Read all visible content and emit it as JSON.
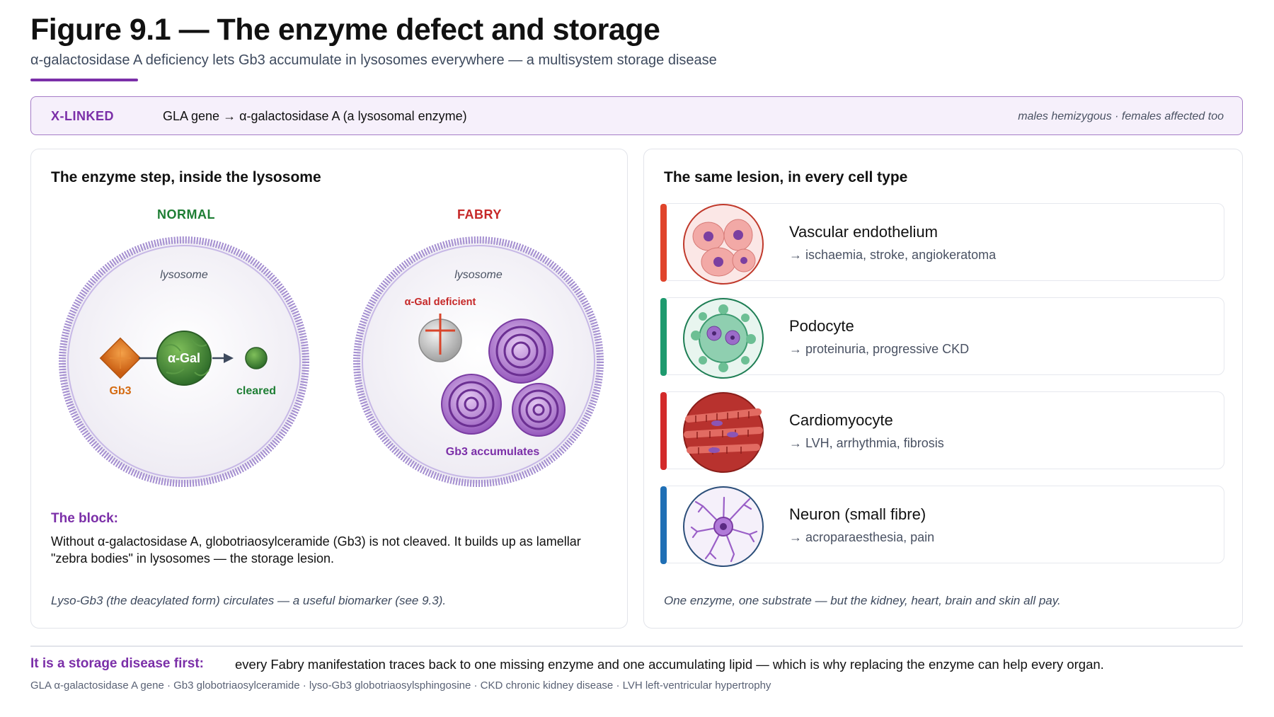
{
  "header": {
    "title": "Figure 9.1 — The enzyme defect and storage",
    "subtitle": "α-galactosidase A deficiency lets Gb3 accumulate in lysosomes everywhere — a multisystem storage disease"
  },
  "banner": {
    "tag": "X-LINKED",
    "text": "GLA gene → α-galactosidase A (a lysosomal enzyme)",
    "note": "males hemizygous · females affected too"
  },
  "left_panel": {
    "title": "The enzyme step, inside the lysosome",
    "normal": {
      "label": "NORMAL",
      "lysosome_label": "lysosome",
      "substrate_label": "Gb3",
      "enzyme_label": "α-Gal",
      "product_label": "cleared"
    },
    "fabry": {
      "label": "FABRY",
      "lysosome_label": "lysosome",
      "enzyme_label": "α-Gal deficient",
      "storage_label": "Gb3 accumulates"
    },
    "block_title": "The block:",
    "block_text": "Without α-galactosidase A, globotriaosylceramide (Gb3) is not cleaved. It builds up as lamellar \"zebra bodies\" in lysosomes — the storage lesion.",
    "footnote": "Lyso-Gb3 (the deacylated form) circulates — a useful biomarker (see 9.3)."
  },
  "right_panel": {
    "title": "The same lesion, in every cell type",
    "cells": [
      {
        "name": "Vascular endothelium",
        "effect": "→ ischaemia, stroke, angiokeratoma",
        "color": "#e0442b",
        "icon": "endothelial-cells-icon"
      },
      {
        "name": "Podocyte",
        "effect": "→ proteinuria, progressive CKD",
        "color": "#1e9a6e",
        "icon": "podocyte-icon"
      },
      {
        "name": "Cardiomyocyte",
        "effect": "→ LVH, arrhythmia, fibrosis",
        "color": "#d32a2a",
        "icon": "cardiomyocyte-icon"
      },
      {
        "name": "Neuron (small fibre)",
        "effect": "→ acroparaesthesia, pain",
        "color": "#1f6fb5",
        "icon": "neuron-icon"
      }
    ],
    "footnote": "One enzyme, one substrate — but the kidney, heart, brain and skin all pay."
  },
  "footer": {
    "takeaway_label": "It is a storage disease first:",
    "takeaway_text": "every Fabry manifestation traces back to one missing enzyme and one accumulating lipid — which is why replacing the enzyme can help every organ.",
    "glossary": "GLA α-galactosidase A gene · Gb3 globotriaosylceramide · lyso-Gb3 globotriaosylsphingosine · CKD chronic kidney disease · LVH left-ventricular hypertrophy"
  },
  "colors": {
    "accent": "#7b2fa8",
    "normal": "#1e7e34",
    "fabry": "#c62828"
  }
}
